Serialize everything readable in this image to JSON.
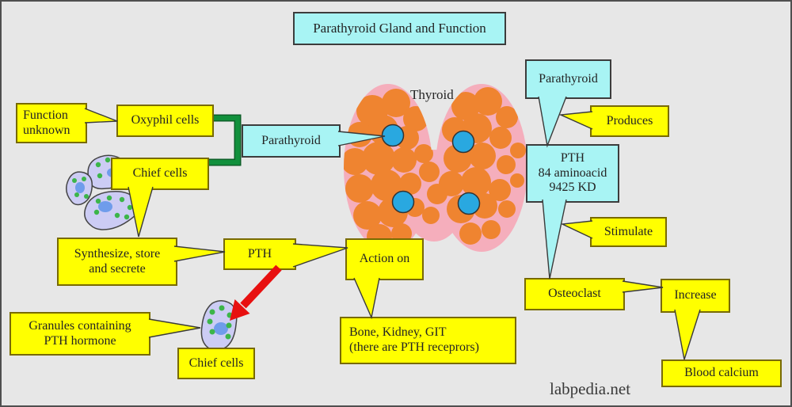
{
  "title": "Parathyroid Gland and Function",
  "watermark": "labpedia.net",
  "thyroid": {
    "label": "Thyroid",
    "parathyroid_gland_count": 4
  },
  "cells_branch": {
    "function_unknown": "Function unknown",
    "oxyphil_cells": "Oxyphil cells",
    "chief_cells": "Chief cells",
    "parathyroid": "Parathyroid",
    "synthesize": "Synthesize, store and secrete",
    "pth": "PTH",
    "action_on": "Action on",
    "targets_line1": "Bone, Kidney, GIT",
    "targets_line2": "(there are PTH receprors)",
    "granules": "Granules containing PTH hormone",
    "chief_cells_2": "Chief cells"
  },
  "hormone_branch": {
    "parathyroid": "Parathyroid",
    "produces": "Produces",
    "pth_line1": "PTH",
    "pth_line2": "84 aminoacid",
    "pth_line3": "9425 KD",
    "stimulate": "Stimulate",
    "osteoclast": "Osteoclast",
    "increase": "Increase",
    "blood_calcium": "Blood calcium"
  },
  "colors": {
    "background": "#e7e7e7",
    "yellow_box": "#ffff00",
    "yellow_border": "#786a00",
    "cyan_box": "#a8f4f4",
    "cyan_border": "#3c3c3c",
    "green_bracket": "#11903c",
    "red_arrow": "#e81010",
    "thyroid_pink": "#f5aebc",
    "thyroid_orange": "#ef8430",
    "parathyroid_dot": "#29a8e0",
    "cell_body": "#ccccf4",
    "cell_granule": "#3cb54a",
    "cell_nucleus": "#6f9ceb",
    "text": "#242424"
  }
}
